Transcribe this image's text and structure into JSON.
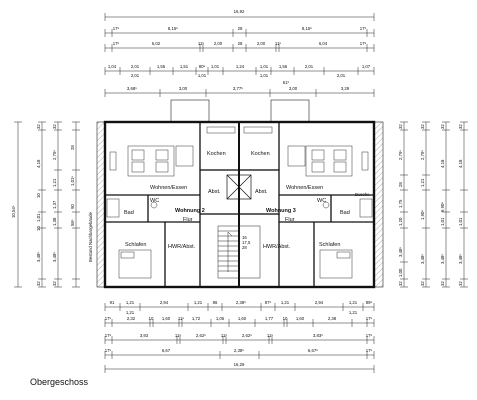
{
  "caption": "Obergeschoss",
  "top_dims": {
    "overall": "16,92",
    "row2": [
      "17⁵",
      "8,15⁵",
      "28",
      "8,15⁵",
      "17⁵"
    ],
    "row3": [
      "17⁵",
      "6,02",
      "11⁵",
      "2,00",
      "28",
      "2,00",
      "11⁵",
      "6,04",
      "17⁵"
    ],
    "row4": [
      "1,04",
      "2,01",
      "1,55",
      "1,51",
      "80⁵",
      "1,01",
      "1,24",
      "1,01",
      "1,56",
      "2,01",
      "1,07"
    ],
    "row4_sub": [
      "2,01",
      "1,01",
      "1,01",
      "2,01"
    ],
    "row5": [
      "3,68⁵",
      "3,00",
      "3,77⁵",
      "3,00",
      "3,29"
    ],
    "row5_small": "61⁵"
  },
  "bottom_dims": {
    "row1": [
      "91",
      "1,21",
      "2,94",
      "1,21",
      "86",
      "2,38⁵",
      "87⁵",
      "1,21",
      "2,94",
      "1,21",
      "89⁵"
    ],
    "row1_sub": [
      "1,21",
      "1,21"
    ],
    "row2": [
      "17⁵",
      "2,32",
      "10",
      "1,60",
      "11⁵",
      "1,72",
      "1,06",
      "1,60",
      "1,77",
      "10",
      "1,60",
      "2,38",
      "17⁵"
    ],
    "row3": [
      "17⁵",
      "3,93",
      "11⁵",
      "2,62⁵",
      "11⁵",
      "2,62⁵",
      "11⁵",
      "3,83⁵",
      "17⁵"
    ],
    "row4": [
      "17⁵",
      "6,67",
      "2,38⁵",
      "6,67⁵",
      "17⁵"
    ],
    "overall": "16,29"
  },
  "left_dims": {
    "overall": "10,54⁵",
    "col2": [
      "32",
      "4,18",
      "10",
      "1,01",
      "10",
      "3,48⁵",
      "32"
    ],
    "col3": [
      "32",
      "2,75⁵",
      "1,21",
      "1,37",
      "1,38",
      "3,48⁵",
      "32"
    ],
    "col3_small": [
      "28",
      "1,01⁵",
      "90",
      "58⁵"
    ],
    "side_label": "Bestand Nachbargebäude"
  },
  "right_dims": {
    "col1": [
      "32",
      "2,79⁵",
      "28",
      "1,75",
      "1,20",
      "3,48⁵",
      "1,00",
      "32"
    ],
    "col2": [
      "32",
      "2,79⁵",
      "1,21",
      "1,90⁵",
      "3,48⁵",
      "32"
    ],
    "col3": [
      "32",
      "4,18",
      "9,90⁵",
      "1,01",
      "3,48⁵",
      "32"
    ],
    "col4": [
      "32",
      "4,18",
      "1,01",
      "3,48⁵",
      "32"
    ]
  },
  "rooms": {
    "kochen_left": "Kochen",
    "kochen_right": "Kochen",
    "wohnen_left": "Wohnen/Essen",
    "wohnen_right": "Wohnen/Essen",
    "abst_left": "Abst.",
    "abst_right": "Abst.",
    "wohnung_left": "Wohnung 2",
    "wohnung_right": "Wohnung 3",
    "flur_left": "Flur",
    "flur_right": "Flur",
    "bad_left": "Bad",
    "bad_right": "Bad",
    "wc_left": "WC",
    "wc_right": "WC",
    "schlafen_left": "Schlafen",
    "schlafen_right": "Schlafen",
    "hwr_left": "HWR/Abst.",
    "hwr_right": "HWR/Abst.",
    "dusche": "Dusche",
    "stairs_a": "16",
    "stairs_b": "17,5",
    "stairs_c": "28"
  }
}
